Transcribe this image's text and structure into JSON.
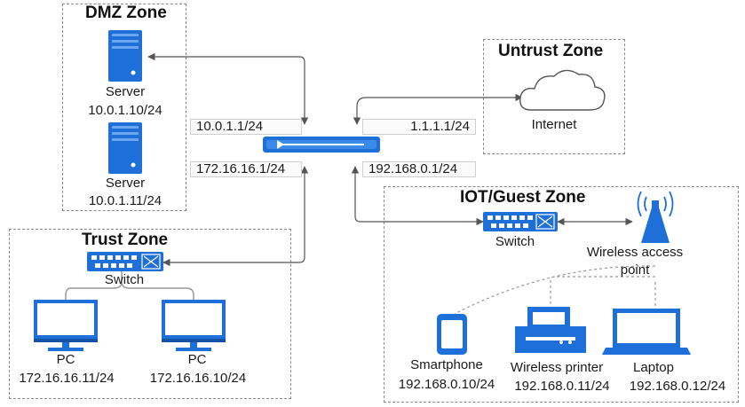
{
  "zones": {
    "dmz": {
      "title": "DMZ Zone"
    },
    "untrust": {
      "title": "Untrust Zone"
    },
    "trust": {
      "title": "Trust Zone"
    },
    "iot": {
      "title": "IOT/Guest Zone"
    }
  },
  "devices": {
    "server1": {
      "label": "Server",
      "ip": "10.0.1.10/24"
    },
    "server2": {
      "label": "Server",
      "ip": "10.0.1.11/24"
    },
    "internet": {
      "label": "Internet"
    },
    "trust_switch": {
      "label": "Switch"
    },
    "pc1": {
      "label": "PC",
      "ip": "172.16.16.11/24"
    },
    "pc2": {
      "label": "PC",
      "ip": "172.16.16.10/24"
    },
    "iot_switch": {
      "label": "Switch"
    },
    "wap": {
      "label_line1": "Wireless access",
      "label_line2": "point"
    },
    "smartphone": {
      "label": "Smartphone",
      "ip": "192.168.0.10/24"
    },
    "printer": {
      "label": "Wireless printer",
      "ip": "192.168.0.11/24"
    },
    "laptop": {
      "label": "Laptop",
      "ip": "192.168.0.12/24"
    }
  },
  "firewall_interfaces": {
    "dmz": "10.0.1.1/24",
    "untrust": "1.1.1.1/24",
    "trust": "172.16.16.1/24",
    "iot": "192.168.0.1/24"
  },
  "colors": {
    "device": "#1f6fd8",
    "device_dark": "#1452a8",
    "link": "#555555",
    "zone_border": "#8a8a8a"
  }
}
